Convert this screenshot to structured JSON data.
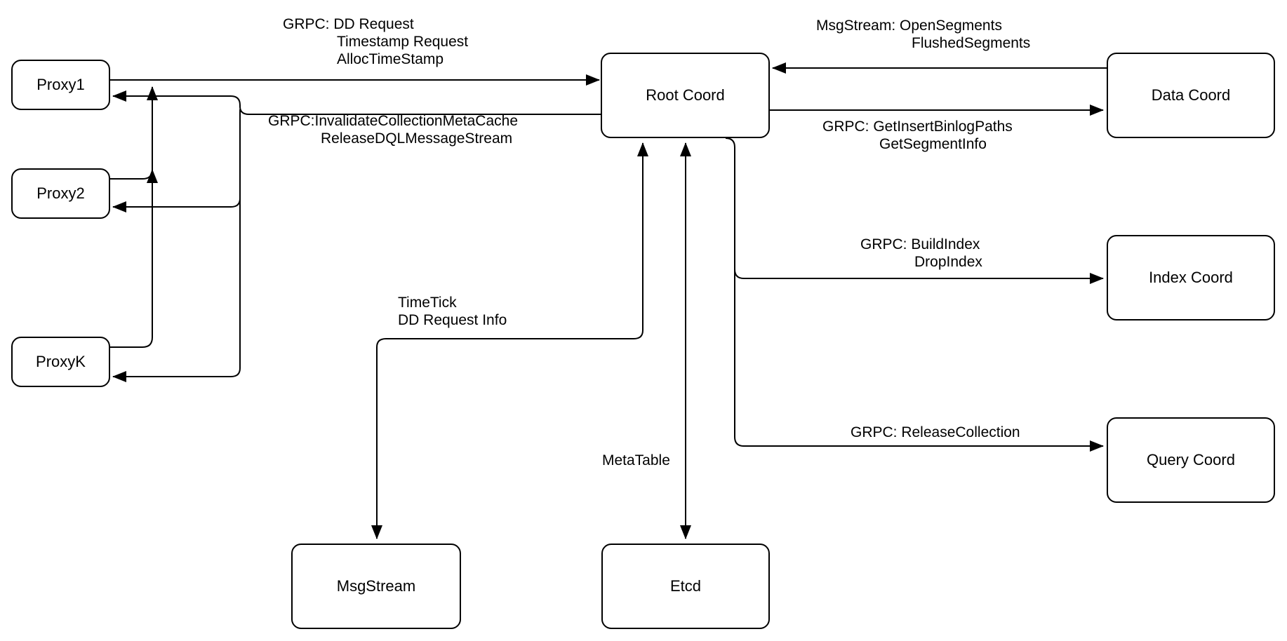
{
  "diagram": {
    "colors": {
      "stroke": "#000000",
      "background": "#ffffff",
      "box_fill": "#ffffff"
    },
    "nodes": {
      "proxy1": {
        "label": "Proxy1"
      },
      "proxy2": {
        "label": "Proxy2"
      },
      "proxyk": {
        "label": "ProxyK"
      },
      "root_coord": {
        "label": "Root Coord"
      },
      "data_coord": {
        "label": "Data Coord"
      },
      "index_coord": {
        "label": "Index Coord"
      },
      "query_coord": {
        "label": "Query Coord"
      },
      "msg_stream": {
        "label": "MsgStream"
      },
      "etcd": {
        "label": "Etcd"
      }
    },
    "edge_labels": {
      "proxy_to_root": {
        "line1": "GRPC: DD Request",
        "line2": "Timestamp Request",
        "line3": "AllocTimeStamp"
      },
      "root_to_proxy": {
        "line1": "GRPC:InvalidateCollectionMetaCache",
        "line2": "ReleaseDQLMessageStream"
      },
      "data_to_root": {
        "line1": "MsgStream: OpenSegments",
        "line2": "FlushedSegments"
      },
      "root_to_data": {
        "line1": "GRPC: GetInsertBinlogPaths",
        "line2": "GetSegmentInfo"
      },
      "root_to_index": {
        "line1": "GRPC: BuildIndex",
        "line2": "DropIndex"
      },
      "root_to_query": {
        "line1": "GRPC: ReleaseCollection"
      },
      "root_to_msgstream": {
        "line1": "TimeTick",
        "line2": "DD Request Info"
      },
      "root_to_etcd": {
        "line1": "MetaTable"
      }
    },
    "edges": [
      {
        "from": "Proxy1/Proxy2/ProxyK",
        "to": "Root Coord",
        "arrows": "single"
      },
      {
        "from": "Root Coord",
        "to": "Proxy1/Proxy2/ProxyK",
        "arrows": "single"
      },
      {
        "from": "Data Coord",
        "to": "Root Coord",
        "arrows": "single"
      },
      {
        "from": "Root Coord",
        "to": "Data Coord",
        "arrows": "single"
      },
      {
        "from": "Root Coord",
        "to": "Index Coord",
        "arrows": "single"
      },
      {
        "from": "Root Coord",
        "to": "Query Coord",
        "arrows": "single"
      },
      {
        "from": "Root Coord",
        "to": "MsgStream",
        "arrows": "double"
      },
      {
        "from": "Root Coord",
        "to": "Etcd",
        "arrows": "double"
      }
    ]
  }
}
